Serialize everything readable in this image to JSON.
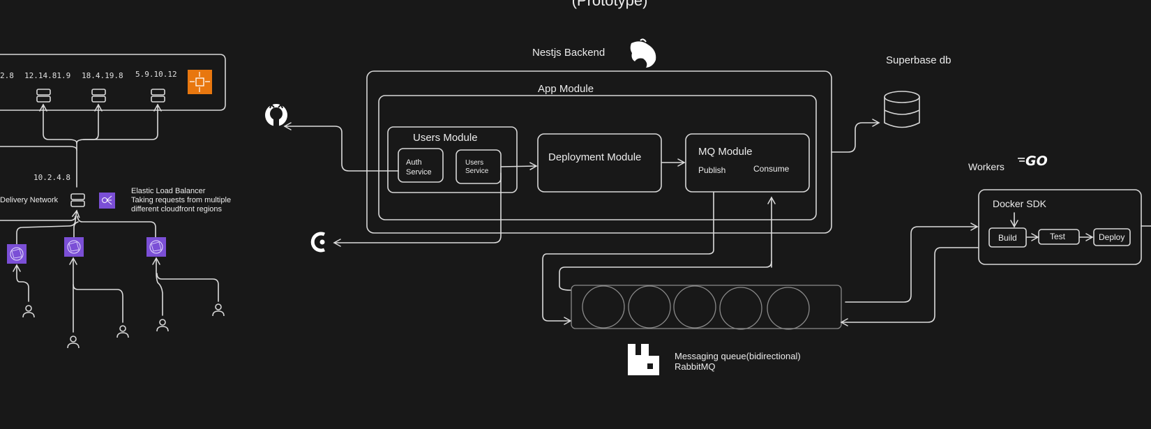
{
  "title_partial": "(Prototype)",
  "cdn": {
    "label_partial": "Delivery Network",
    "load_balancer_ip": "10.2.4.8",
    "elb_title": "Elastic Load Balancer",
    "elb_desc_line1": "Taking requests from multiple",
    "elb_desc_line2": "different cloudfront regions",
    "server_ips": [
      "2.8",
      "12.14.81.9",
      "18.4.19.8",
      "5.9.10.12"
    ],
    "icon_autoscaling": "autoscaling-icon",
    "icon_elb": "elastic-load-balancer-icon",
    "icon_cloudfront": "cloudfront-icon",
    "icon_user": "user-icon",
    "accent_aws_compute": "#e8770f",
    "accent_aws_network": "#7b4fd6"
  },
  "backend": {
    "title": "Nestjs Backend",
    "app_module": "App Module",
    "users_module": "Users Module",
    "auth_service_l1": "Auth",
    "auth_service_l2": "Service",
    "users_service_l1": "Users",
    "users_service_l2": "Service",
    "deployment_module": "Deployment Module",
    "mq_module": "MQ Module",
    "publish": "Publish",
    "consume": "Consume"
  },
  "external": {
    "github_icon": "github-icon",
    "clerk_icon": "clerk-icon",
    "db_label": "Superbase db"
  },
  "queue": {
    "line1": "Messaging queue(bidirectional)",
    "line2": "RabbitMQ"
  },
  "workers": {
    "label": "Workers",
    "go_logo": "GO",
    "docker_sdk": "Docker SDK",
    "build": "Build",
    "test": "Test",
    "deploy": "Deploy"
  }
}
